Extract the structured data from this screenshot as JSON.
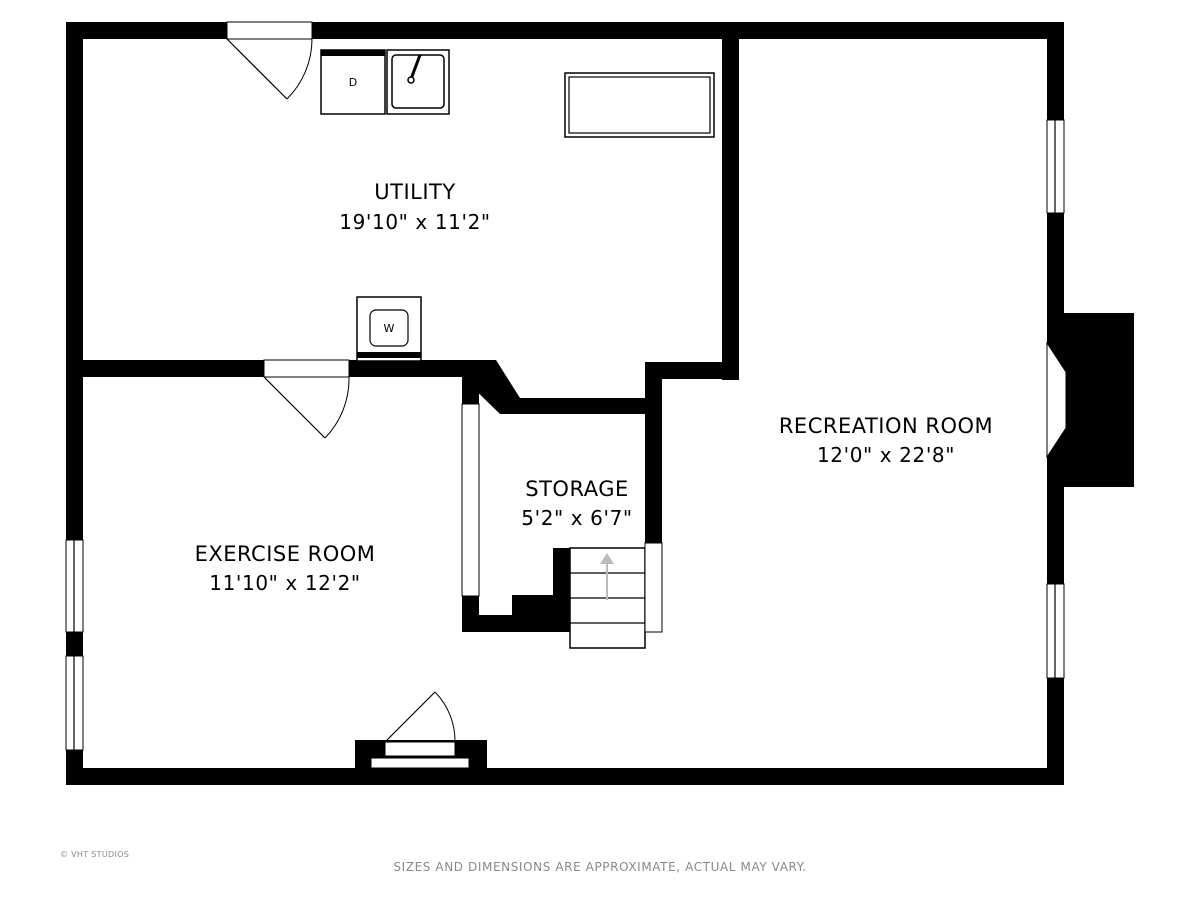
{
  "rooms": {
    "utility": {
      "name": "UTILITY",
      "dimensions": "19'10\" x 11'2\""
    },
    "recreation": {
      "name": "RECREATION ROOM",
      "dimensions": "12'0\" x 22'8\""
    },
    "storage": {
      "name": "STORAGE",
      "dimensions": "5'2\" x 6'7\""
    },
    "exercise": {
      "name": "EXERCISE ROOM",
      "dimensions": "11'10\" x 12'2\""
    }
  },
  "fixtures": {
    "dryer": "D",
    "washer": "W"
  },
  "footer": {
    "credit": "© VHT STUDIOS",
    "disclaimer": "SIZES AND DIMENSIONS ARE APPROXIMATE, ACTUAL MAY VARY."
  }
}
